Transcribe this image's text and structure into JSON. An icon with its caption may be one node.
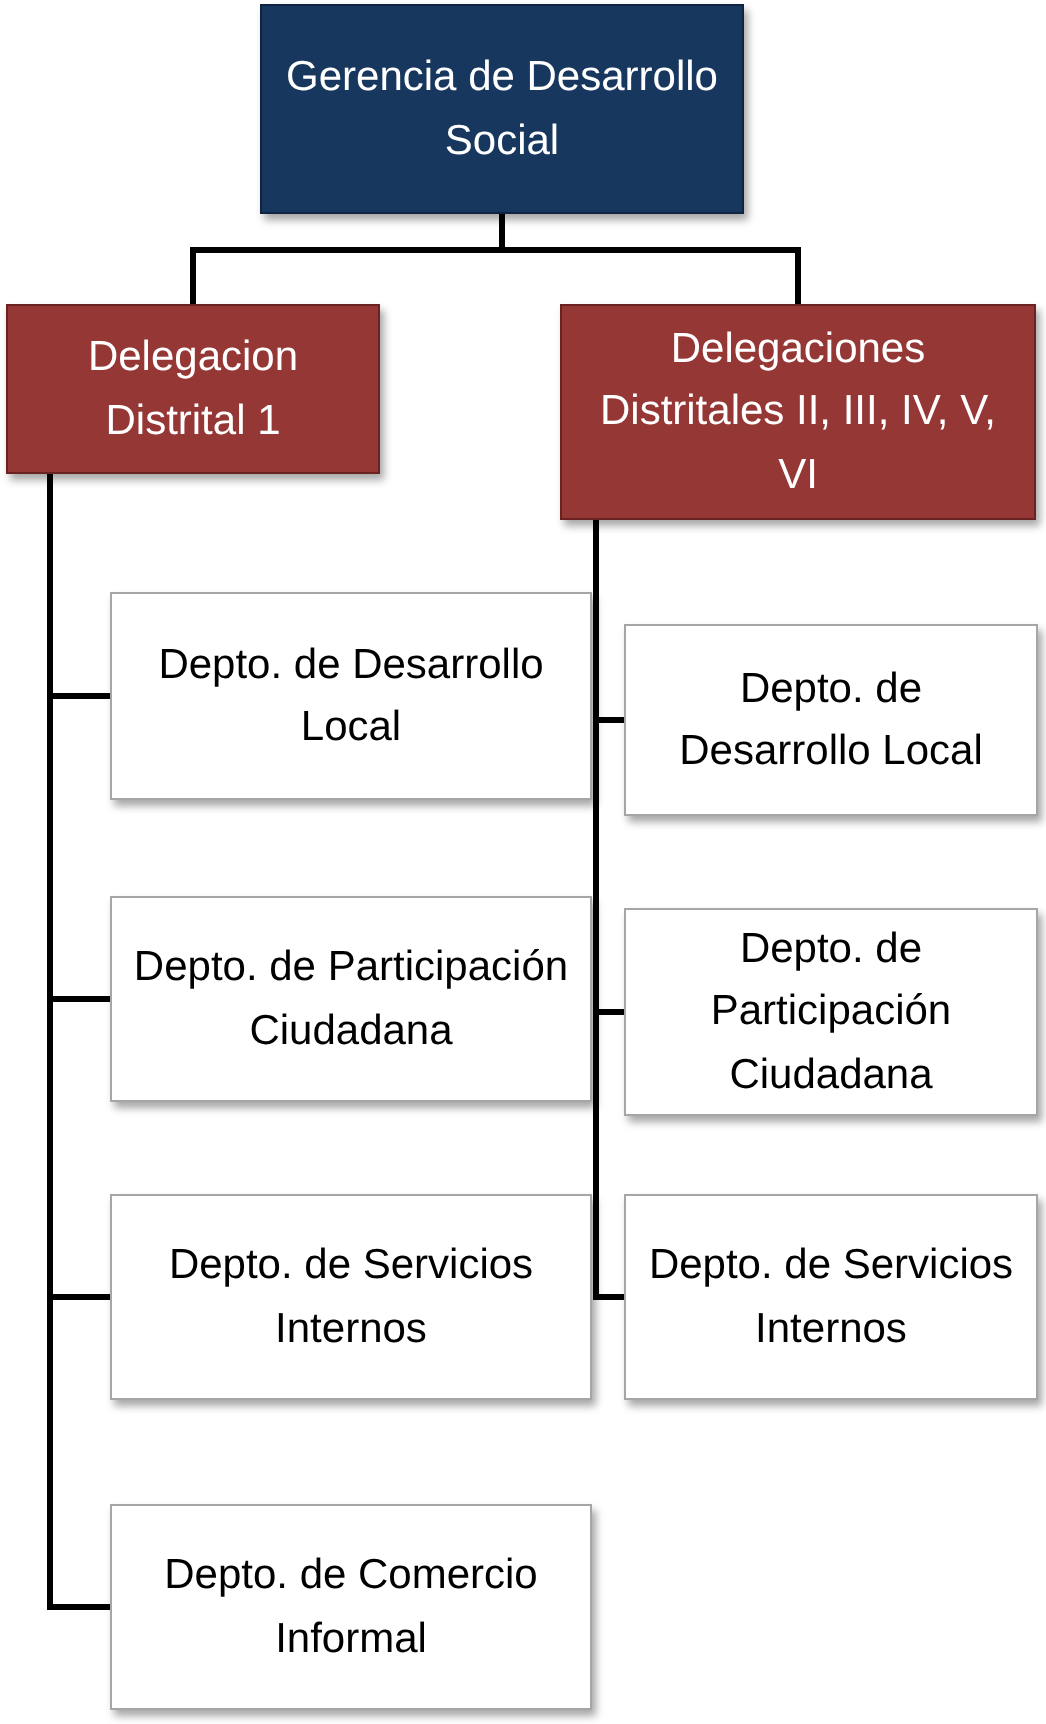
{
  "diagram": {
    "nodes": [
      {
        "text": [
          "Gerencia de Desarrollo Social"
        ]
      },
      {
        "text": [
          "Delegacion Distrital 1"
        ]
      },
      {
        "text": [
          "Delegaciones Distritales II, III, IV, V, VI"
        ]
      },
      {
        "text": [
          "Depto. de Desarrollo Local"
        ]
      },
      {
        "text": [
          "Depto. de Participación Ciudadana"
        ]
      },
      {
        "text": [
          "Depto. de Servicios Internos"
        ]
      },
      {
        "text": [
          "Depto. de Comercio Informal"
        ]
      },
      {
        "text": [
          "Depto. de Desarrollo Local"
        ]
      },
      {
        "text": [
          "Depto. de Participación Ciudadana"
        ]
      },
      {
        "text": [
          "Depto. de Servicios Internos"
        ]
      }
    ],
    "edges": [
      {
        "from": 0,
        "to": 1,
        "arrow": "none"
      },
      {
        "from": 0,
        "to": 2,
        "arrow": "none"
      },
      {
        "from": 1,
        "to": 3,
        "arrow": "none"
      },
      {
        "from": 1,
        "to": 4,
        "arrow": "none"
      },
      {
        "from": 1,
        "to": 5,
        "arrow": "none"
      },
      {
        "from": 1,
        "to": 6,
        "arrow": "none"
      },
      {
        "from": 2,
        "to": 7,
        "arrow": "none"
      },
      {
        "from": 2,
        "to": 8,
        "arrow": "none"
      },
      {
        "from": 2,
        "to": 9,
        "arrow": "none"
      }
    ]
  }
}
